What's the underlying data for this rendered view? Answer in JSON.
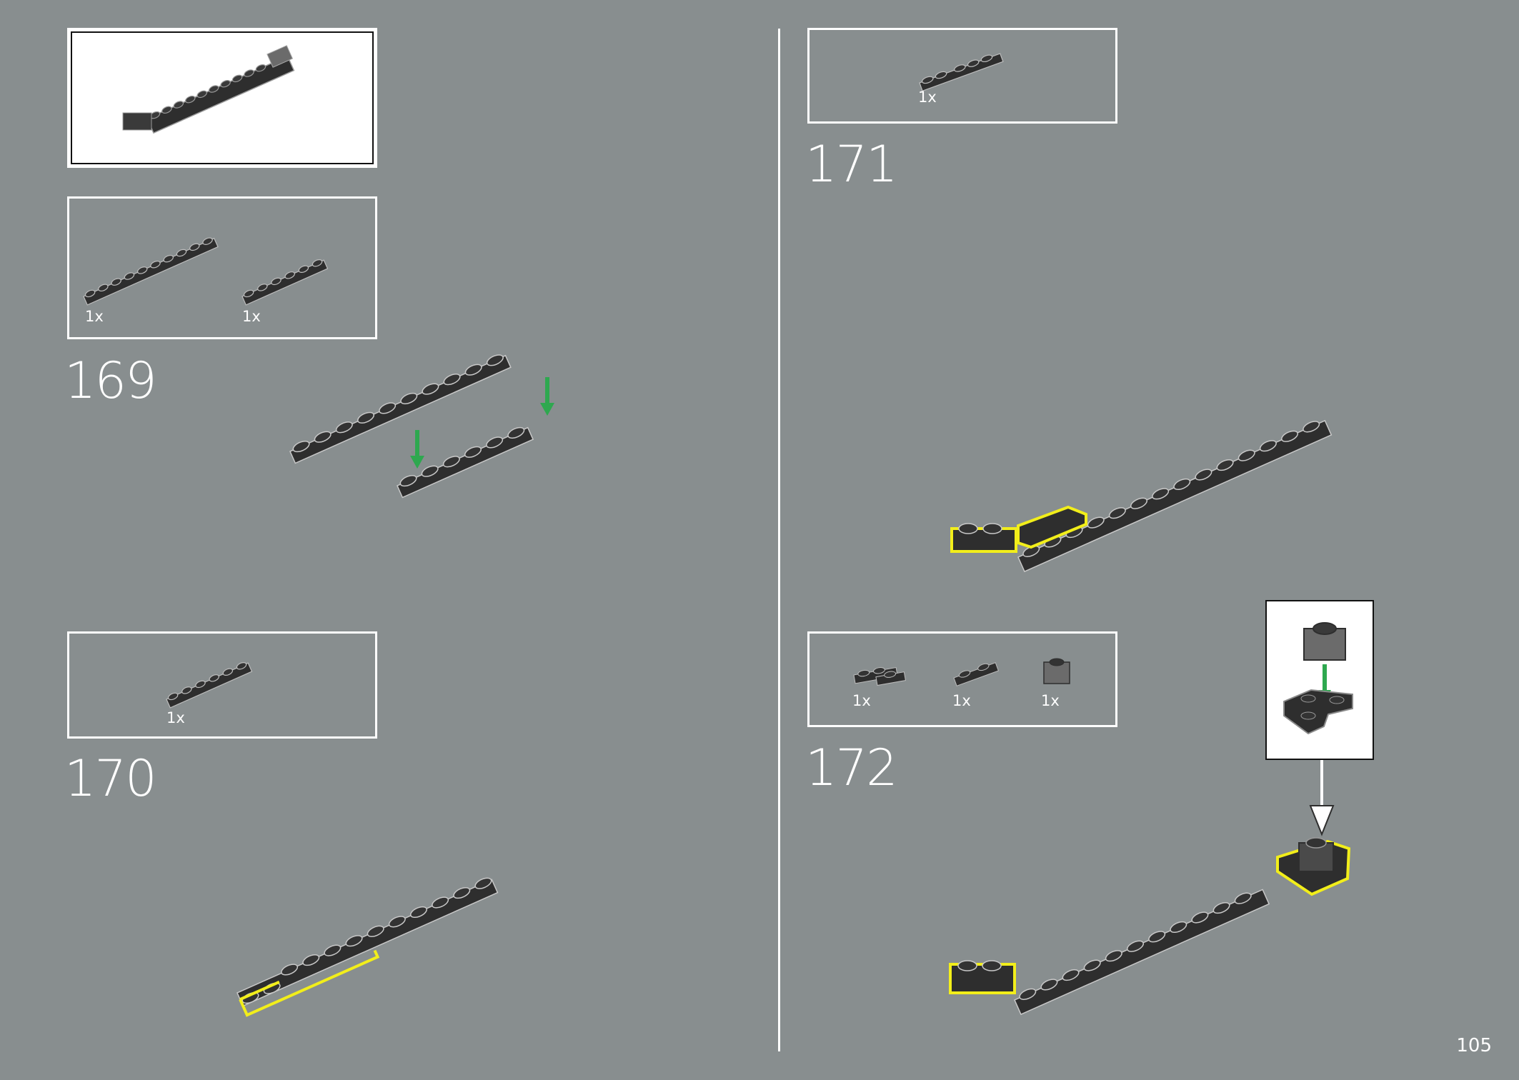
{
  "page": {
    "number": "105"
  },
  "steps": [
    {
      "number": "169",
      "parts": [
        {
          "qty": "1x"
        },
        {
          "qty": "1x"
        }
      ]
    },
    {
      "number": "170",
      "parts": [
        {
          "qty": "1x"
        }
      ]
    },
    {
      "number": "171",
      "parts": [
        {
          "qty": "1x"
        }
      ]
    },
    {
      "number": "172",
      "parts": [
        {
          "qty": "1x"
        },
        {
          "qty": "1x"
        },
        {
          "qty": "1x"
        }
      ]
    }
  ],
  "colors": {
    "background": "#888e8f",
    "brick": "#2e2e2e",
    "brick_light": "#6b6b6b",
    "highlight": "#f2ee1a",
    "arrow_green": "#2ea84f",
    "frame": "#ffffff"
  }
}
